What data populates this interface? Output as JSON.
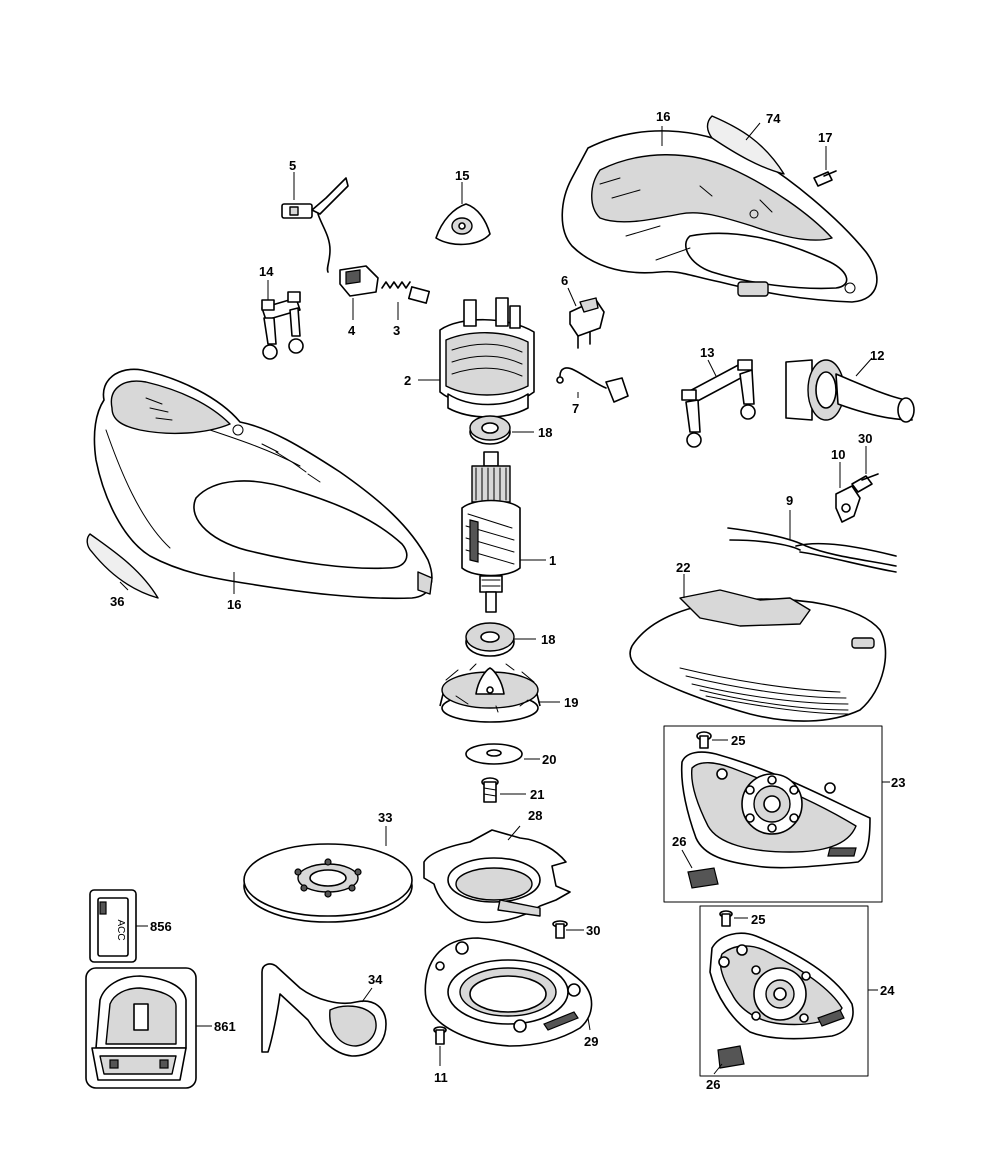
{
  "diagram": {
    "type": "exploded-parts-view",
    "labels": {
      "p1": "1",
      "p2": "2",
      "p3": "3",
      "p4": "4",
      "p5": "5",
      "p6": "6",
      "p7": "7",
      "p9": "9",
      "p10": "10",
      "p11": "11",
      "p12": "12",
      "p13": "13",
      "p14": "14",
      "p15": "15",
      "p16a": "16",
      "p16b": "16",
      "p17": "17",
      "p18a": "18",
      "p18b": "18",
      "p19": "19",
      "p20": "20",
      "p21": "21",
      "p22": "22",
      "p23": "23",
      "p24": "24",
      "p25a": "25",
      "p25b": "25",
      "p26a": "26",
      "p26b": "26",
      "p28": "28",
      "p29": "29",
      "p30a": "30",
      "p30b": "30",
      "p33": "33",
      "p34": "34",
      "p36": "36",
      "p74": "74",
      "p856": "856",
      "p861": "861"
    },
    "acc_text": "ACC"
  }
}
